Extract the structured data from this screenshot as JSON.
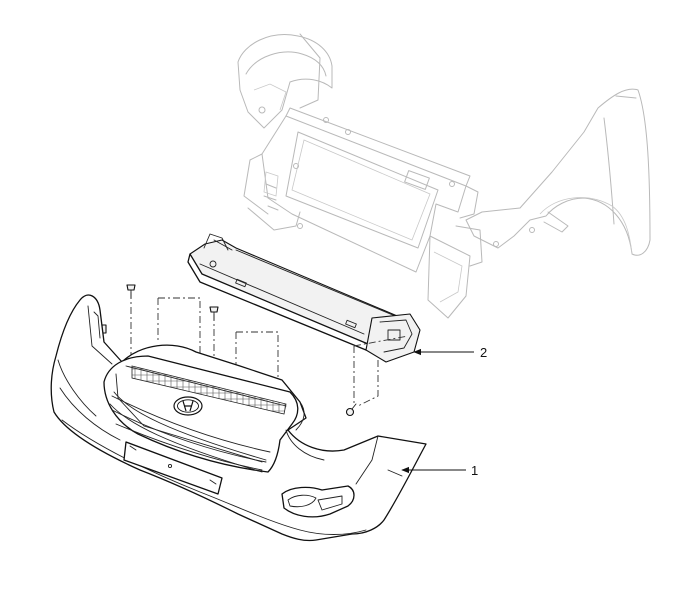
{
  "callouts": [
    {
      "id": "bumper",
      "label": "1"
    },
    {
      "id": "rail",
      "label": "2"
    }
  ],
  "colors": {
    "background": "#ffffff",
    "line": "#111111",
    "ghost": "#b9b9b9"
  }
}
